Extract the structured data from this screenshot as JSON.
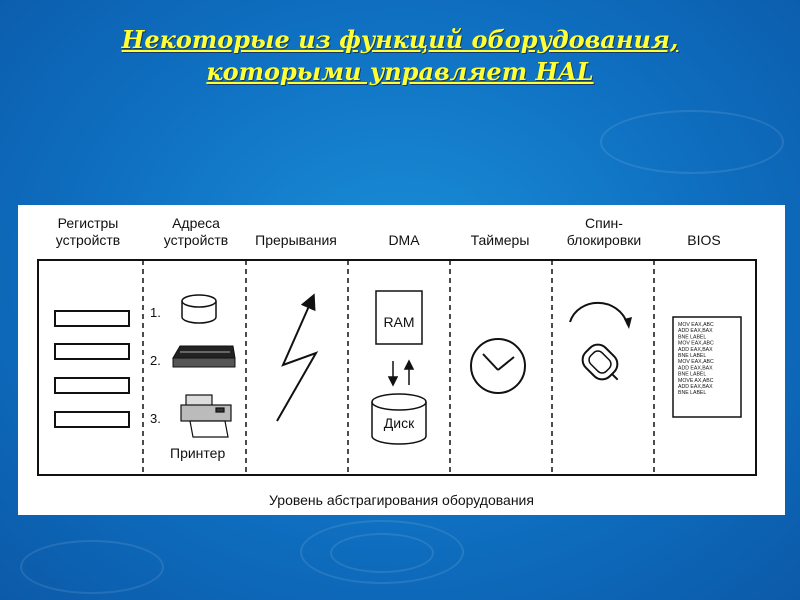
{
  "title": {
    "line1": "Некоторые из функций оборудования,",
    "line2": "которыми управляет HAL"
  },
  "columns": [
    {
      "label_line1": "Регистры",
      "label_line2": "устройств"
    },
    {
      "label_line1": "Адреса",
      "label_line2": "устройств"
    },
    {
      "label_line1": "Прерывания",
      "label_line2": ""
    },
    {
      "label_line1": "DMA",
      "label_line2": ""
    },
    {
      "label_line1": "Таймеры",
      "label_line2": ""
    },
    {
      "label_line1": "Спин-",
      "label_line2": "блокировки"
    },
    {
      "label_line1": "BIOS",
      "label_line2": ""
    }
  ],
  "devices": {
    "item1": "1.",
    "item2": "2.",
    "item3": "3.",
    "printer_label": "Принтер"
  },
  "dma": {
    "ram_label": "RAM",
    "disk_label": "Диск"
  },
  "bios_code": [
    "MOV EAX,ABC",
    "ADD EAX,BAX",
    "BNE LABEL",
    "MOV EAX,ABC",
    "ADD EAX,BAX",
    "BNE LABEL",
    "MOV EAX,ABC",
    "ADD EAX,BAX",
    "BNE LABEL",
    "MOVE AX,ABC",
    "ADD EAX,BAX",
    "BNE LABEL"
  ],
  "hal_label": "Уровень абстрагирования оборудования"
}
